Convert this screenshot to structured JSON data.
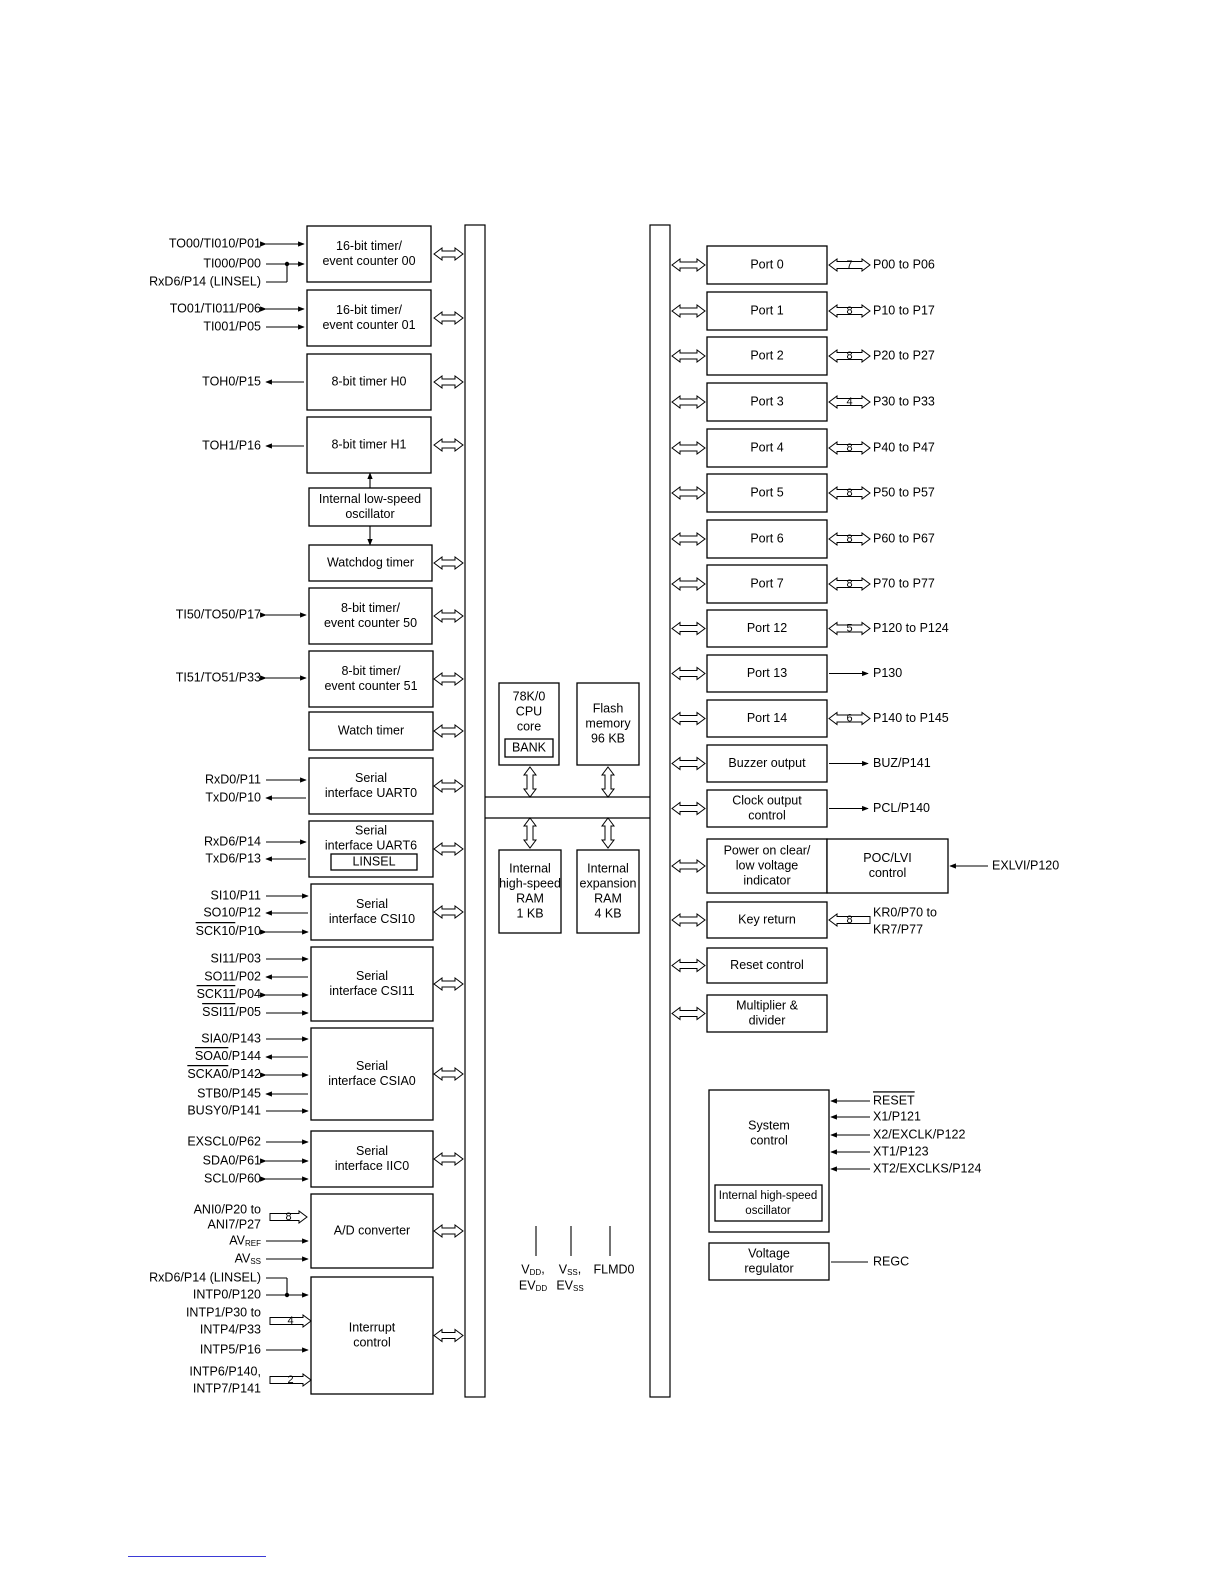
{
  "left_blocks": [
    {
      "id": "tm00",
      "lines": [
        "16-bit timer/",
        "event counter 00"
      ]
    },
    {
      "id": "tm01",
      "lines": [
        "16-bit timer/",
        "event counter 01"
      ]
    },
    {
      "id": "th0",
      "lines": [
        "8-bit timer H0"
      ]
    },
    {
      "id": "th1",
      "lines": [
        "8-bit timer H1"
      ]
    },
    {
      "id": "lsosc",
      "lines": [
        "Internal low-speed",
        "oscillator"
      ]
    },
    {
      "id": "wdt",
      "lines": [
        "Watchdog timer"
      ]
    },
    {
      "id": "tm50",
      "lines": [
        "8-bit timer/",
        "event counter 50"
      ]
    },
    {
      "id": "tm51",
      "lines": [
        "8-bit timer/",
        "event counter 51"
      ]
    },
    {
      "id": "wt",
      "lines": [
        "Watch timer"
      ]
    },
    {
      "id": "uart0",
      "lines": [
        "Serial",
        "interface UART0"
      ]
    },
    {
      "id": "uart6",
      "lines": [
        "Serial",
        "interface UART6"
      ],
      "inner": "LINSEL"
    },
    {
      "id": "csi10",
      "lines": [
        "Serial",
        "interface CSI10"
      ]
    },
    {
      "id": "csi11",
      "lines": [
        "Serial",
        "interface CSI11"
      ]
    },
    {
      "id": "csia0",
      "lines": [
        "Serial",
        "interface CSIA0"
      ]
    },
    {
      "id": "iic0",
      "lines": [
        "Serial",
        "interface IIC0"
      ]
    },
    {
      "id": "adc",
      "lines": [
        "A/D converter"
      ]
    },
    {
      "id": "intc",
      "lines": [
        "Interrupt",
        "control"
      ]
    }
  ],
  "left_signals": [
    {
      "text": "TO00/TI010/P01"
    },
    {
      "text": "TI000/P00"
    },
    {
      "text": "RxD6/P14 (LINSEL)"
    },
    {
      "text": "TO01/TI011/P06"
    },
    {
      "text": "TI001/P05"
    },
    {
      "text": "TOH0/P15"
    },
    {
      "text": "TOH1/P16"
    },
    {
      "text": "TI50/TO50/P17"
    },
    {
      "text": "TI51/TO51/P33"
    },
    {
      "text": "RxD0/P11"
    },
    {
      "text": "TxD0/P10"
    },
    {
      "text": "RxD6/P14"
    },
    {
      "text": "TxD6/P13"
    },
    {
      "text": "SI10/P11"
    },
    {
      "text": "SO10/P12"
    },
    {
      "text": "SCK10/P10"
    },
    {
      "text": "SI11/P03"
    },
    {
      "text": "SO11/P02"
    },
    {
      "text": "SCK11/P04"
    },
    {
      "text": "SSI11/P05"
    },
    {
      "text": "SIA0/P143"
    },
    {
      "text": "SOA0/P144"
    },
    {
      "text": "SCKA0/P142"
    },
    {
      "text": "STB0/P145"
    },
    {
      "text": "BUSY0/P141"
    },
    {
      "text": "EXSCL0/P62"
    },
    {
      "text": "SDA0/P61"
    },
    {
      "text": "SCL0/P60"
    },
    {
      "text": "ANI0/P20 to"
    },
    {
      "text": "ANI7/P27"
    },
    {
      "text": "AV",
      "sub": "REF"
    },
    {
      "text": "AV",
      "sub": "SS"
    },
    {
      "text": "RxD6/P14 (LINSEL)"
    },
    {
      "text": "INTP0/P120"
    },
    {
      "text": "INTP1/P30 to"
    },
    {
      "text": "INTP4/P33"
    },
    {
      "text": "INTP5/P16"
    },
    {
      "text": "INTP6/P140,"
    },
    {
      "text": "INTP7/P141"
    }
  ],
  "bus_widths": {
    "adc": "8",
    "intp_a": "4",
    "intp_b": "2"
  },
  "center": {
    "cpu": {
      "lines": [
        "78K/0",
        "CPU",
        "core"
      ],
      "inner": "BANK"
    },
    "flash": {
      "lines": [
        "Flash",
        "memory",
        "96 KB"
      ]
    },
    "ram_hs": {
      "lines": [
        "Internal",
        "high-speed",
        "RAM",
        "1 KB"
      ]
    },
    "ram_exp": {
      "lines": [
        "Internal",
        "expansion",
        "RAM",
        "4 KB"
      ]
    },
    "power_pins": [
      {
        "text": "V",
        "sub": "DD",
        "suffix": ","
      },
      {
        "text": "EV",
        "sub": "DD",
        "suffix": ""
      },
      {
        "text": "V",
        "sub": "SS",
        "suffix": ","
      },
      {
        "text": "EV",
        "sub": "SS",
        "suffix": ""
      },
      {
        "text": "FLMD0",
        "sub": "",
        "suffix": ""
      }
    ]
  },
  "right_blocks": [
    {
      "id": "p0",
      "lines": [
        "Port 0"
      ],
      "width": "7",
      "pin": "P00 to P06"
    },
    {
      "id": "p1",
      "lines": [
        "Port 1"
      ],
      "width": "8",
      "pin": "P10 to P17"
    },
    {
      "id": "p2",
      "lines": [
        "Port 2"
      ],
      "width": "8",
      "pin": "P20 to P27"
    },
    {
      "id": "p3",
      "lines": [
        "Port 3"
      ],
      "width": "4",
      "pin": "P30 to P33"
    },
    {
      "id": "p4",
      "lines": [
        "Port 4"
      ],
      "width": "8",
      "pin": "P40 to P47"
    },
    {
      "id": "p5",
      "lines": [
        "Port 5"
      ],
      "width": "8",
      "pin": "P50 to P57"
    },
    {
      "id": "p6",
      "lines": [
        "Port 6"
      ],
      "width": "8",
      "pin": "P60 to P67"
    },
    {
      "id": "p7",
      "lines": [
        "Port 7"
      ],
      "width": "8",
      "pin": "P70 to P77"
    },
    {
      "id": "p12",
      "lines": [
        "Port 12"
      ],
      "width": "5",
      "pin": "P120 to P124"
    },
    {
      "id": "p13",
      "lines": [
        "Port 13"
      ],
      "width": "",
      "pin": "P130"
    },
    {
      "id": "p14",
      "lines": [
        "Port 14"
      ],
      "width": "6",
      "pin": "P140 to P145"
    },
    {
      "id": "buz",
      "lines": [
        "Buzzer output"
      ],
      "width": "",
      "pin": "BUZ/P141"
    },
    {
      "id": "pcl",
      "lines": [
        "Clock output",
        "control"
      ],
      "width": "",
      "pin": "PCL/P140"
    },
    {
      "id": "poc",
      "lines": [
        "Power on clear/",
        "low voltage",
        "indicator"
      ],
      "width": "",
      "pin": ""
    },
    {
      "id": "kr",
      "lines": [
        "Key return"
      ],
      "width": "8",
      "pin": "KR0/P70 to",
      "pin2": "KR7/P77"
    },
    {
      "id": "rst",
      "lines": [
        "Reset control"
      ],
      "width": "",
      "pin": ""
    },
    {
      "id": "mul",
      "lines": [
        "Multiplier &",
        "divider"
      ],
      "width": "",
      "pin": ""
    }
  ],
  "poc_lvi": {
    "lines": [
      "POC/LVI",
      "control"
    ],
    "pin": "EXLVI/P120"
  },
  "system": {
    "lines": [
      "System",
      "control"
    ],
    "inner": [
      "Internal high-speed",
      "oscillator"
    ],
    "pins": [
      "RESET",
      "X1/P121",
      "X2/EXCLK/P122",
      "XT1/P123",
      "XT2/EXCLKS/P124"
    ]
  },
  "regulator": {
    "lines": [
      "Voltage",
      "regulator"
    ],
    "pin": "REGC"
  }
}
